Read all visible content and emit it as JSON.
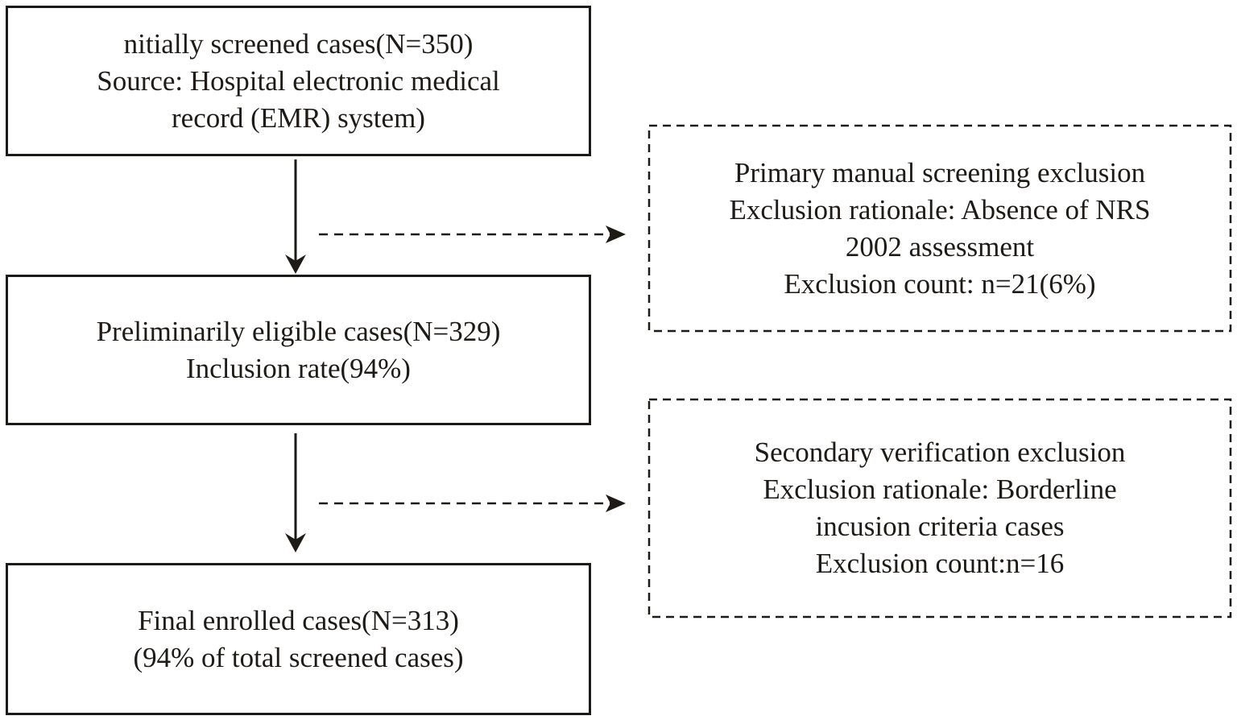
{
  "boxes": {
    "initial": {
      "lines": [
        "nitially screened cases(N=350)",
        "Source: Hospital electronic medical",
        "record (EMR) system)"
      ]
    },
    "preliminary": {
      "lines": [
        "Preliminarily eligible cases(N=329)",
        "Inclusion rate(94%)"
      ]
    },
    "final": {
      "lines": [
        "Final enrolled cases(N=313)",
        "(94% of total screened cases)"
      ]
    },
    "primary_exclusion": {
      "lines": [
        "Primary manual screening exclusion",
        "Exclusion rationale: Absence of NRS",
        "2002 assessment",
        "Exclusion count: n=21(6%)"
      ]
    },
    "secondary_exclusion": {
      "lines": [
        "Secondary verification exclusion",
        "Exclusion rationale: Borderline",
        "incusion criteria cases",
        "Exclusion count:n=16"
      ]
    }
  },
  "colors": {
    "stroke": "#1e1a16",
    "background": "#ffffff"
  }
}
